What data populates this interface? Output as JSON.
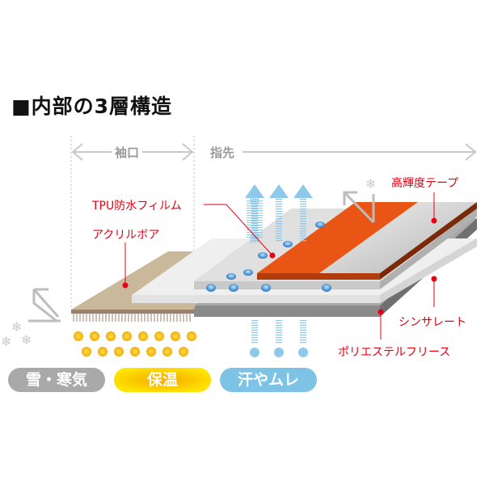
{
  "title": "■内部の3層構造",
  "sections": {
    "cuff": "袖口",
    "fingertip": "指先"
  },
  "labels": {
    "tpu": "TPU防水フィルム",
    "acrylic": "アクリルボア",
    "reflective": "高輝度テープ",
    "thinsulate": "シンサレート",
    "fleece": "ポリエステルフリース"
  },
  "pills": [
    {
      "label": "雪・寒気",
      "color": "#a9a9a9"
    },
    {
      "label": "保温",
      "color": "#f7c400"
    },
    {
      "label": "汗やムレ",
      "color": "#7cc3e6"
    }
  ],
  "colors": {
    "accent": "#e60012",
    "orange": "#e85514",
    "boa": "#c9b99a"
  }
}
